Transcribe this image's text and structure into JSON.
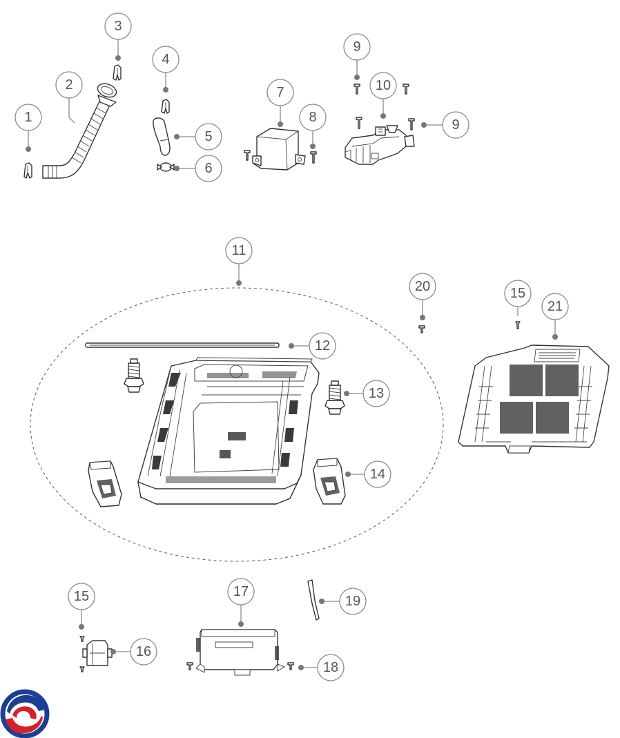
{
  "diagram": {
    "title": "Exploded parts diagram",
    "callouts": [
      {
        "id": "callout-1",
        "label": "1"
      },
      {
        "id": "callout-2",
        "label": "2"
      },
      {
        "id": "callout-3",
        "label": "3"
      },
      {
        "id": "callout-4",
        "label": "4"
      },
      {
        "id": "callout-5",
        "label": "5"
      },
      {
        "id": "callout-6",
        "label": "6"
      },
      {
        "id": "callout-7",
        "label": "7"
      },
      {
        "id": "callout-8",
        "label": "8"
      },
      {
        "id": "callout-9a",
        "label": "9"
      },
      {
        "id": "callout-9b",
        "label": "9"
      },
      {
        "id": "callout-10",
        "label": "10"
      },
      {
        "id": "callout-11",
        "label": "11"
      },
      {
        "id": "callout-12",
        "label": "12"
      },
      {
        "id": "callout-13",
        "label": "13"
      },
      {
        "id": "callout-14",
        "label": "14"
      },
      {
        "id": "callout-15a",
        "label": "15"
      },
      {
        "id": "callout-15b",
        "label": "15"
      },
      {
        "id": "callout-16",
        "label": "16"
      },
      {
        "id": "callout-17",
        "label": "17"
      },
      {
        "id": "callout-18",
        "label": "18"
      },
      {
        "id": "callout-19",
        "label": "19"
      },
      {
        "id": "callout-20",
        "label": "20"
      },
      {
        "id": "callout-21",
        "label": "21"
      }
    ],
    "logo": {
      "name": "brand-logo",
      "colors": [
        "#1c3f94",
        "#d6202b"
      ]
    }
  }
}
